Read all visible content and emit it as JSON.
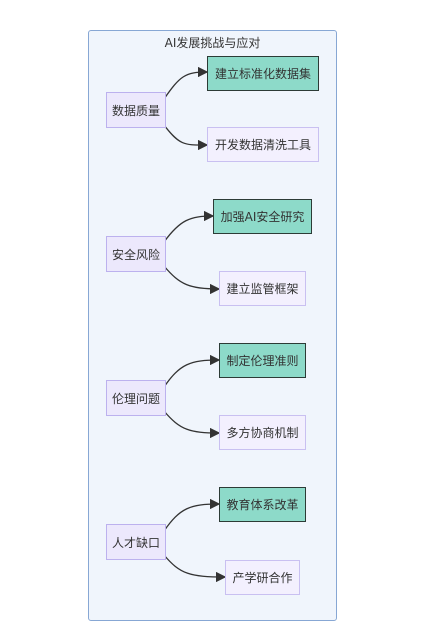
{
  "title": "AI发展挑战与应对",
  "colors": {
    "frame_fill": "#f0f5fc",
    "frame_border": "#87a7d4",
    "issue_fill": "#ece8fc",
    "issue_border": "#bcb1ee",
    "highlight_fill": "#8ddac9",
    "highlight_border": "#2c3b36",
    "edge": "#333333"
  },
  "groups": [
    {
      "issue": "数据质量",
      "highlight": "建立标准化数据集",
      "other": "开发数据清洗工具"
    },
    {
      "issue": "安全风险",
      "highlight": "加强AI安全研究",
      "other": "建立监管框架"
    },
    {
      "issue": "伦理问题",
      "highlight": "制定伦理准则",
      "other": "多方协商机制"
    },
    {
      "issue": "人才缺口",
      "highlight": "教育体系改革",
      "other": "产学研合作"
    }
  ]
}
